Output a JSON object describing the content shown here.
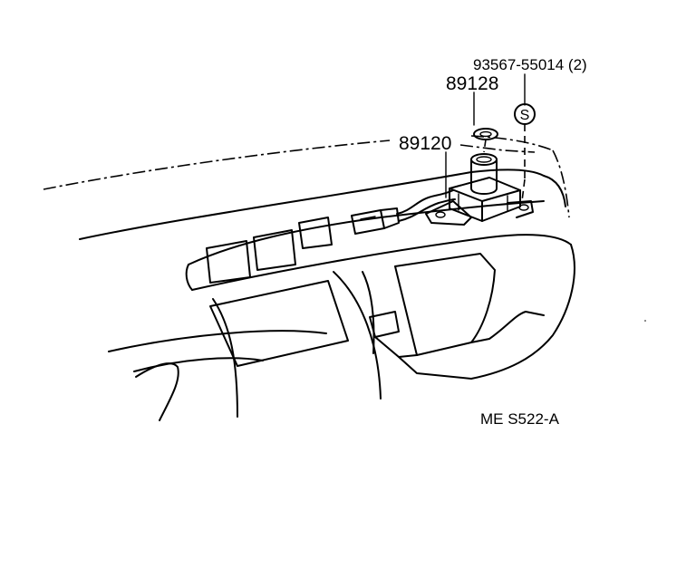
{
  "labels": {
    "bolt_part": "93567-55014 (2)",
    "cap_part": "89128",
    "sensor_part": "89120",
    "bolt_symbol": "S",
    "figure_code": "ME S522-A"
  },
  "colors": {
    "line": "#000000",
    "background": "#ffffff"
  }
}
